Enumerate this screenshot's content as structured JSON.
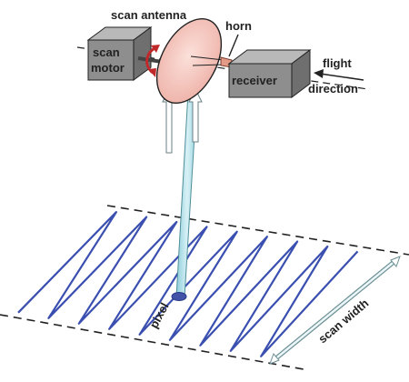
{
  "labels": {
    "scan_antenna": "scan antenna",
    "horn": "horn",
    "scan_motor_line1": "scan",
    "scan_motor_line2": "motor",
    "receiver": "receiver",
    "flight_line1": "flight",
    "flight_line2": "direction",
    "pixel": "pixel",
    "scan_width": "scan width"
  },
  "colors": {
    "scan_track": "#3a4fb0",
    "antenna_fill": "#f6c8c0",
    "beam": "#a8dde6",
    "box_top": "#b9b9b9",
    "box_front": "#8e8e8e",
    "box_side": "#6f6f6f",
    "rotate_arrow": "#c0282a",
    "horn": "#e39a86"
  },
  "icons": {
    "rotation": "curved-double-arrow",
    "flight": "arrow-left-line",
    "scan_width": "double-headed-arrow"
  }
}
